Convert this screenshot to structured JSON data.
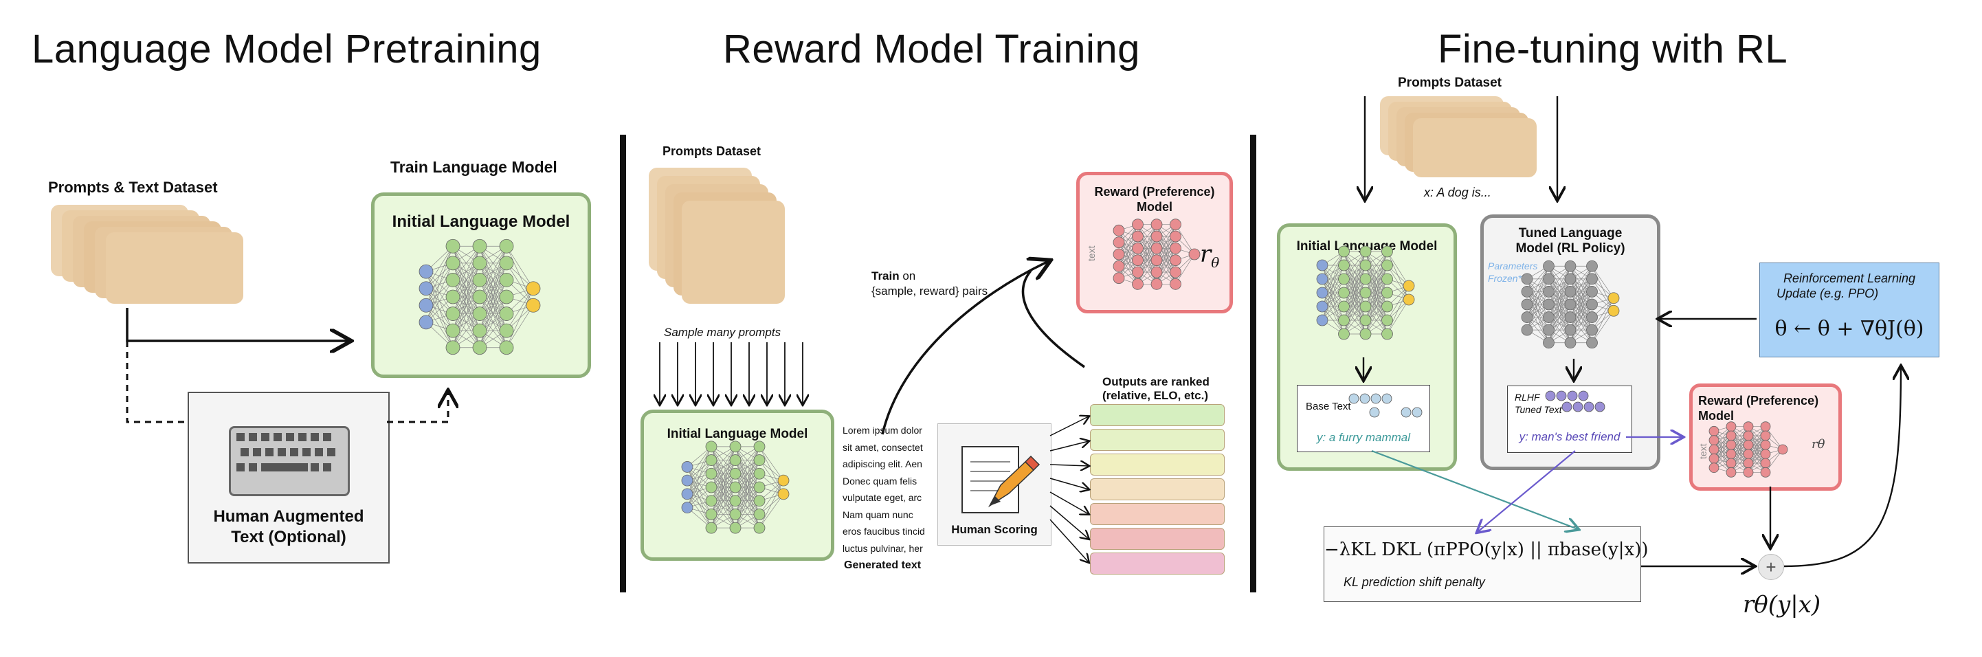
{
  "panels": {
    "pretraining": {
      "title": "Language Model Pretraining",
      "dataset_label": "Prompts & Text Dataset",
      "train_label": "Train Language Model",
      "model_label": "Initial Language Model",
      "human_aug_label_1": "Human Augmented",
      "human_aug_label_2": "Text (Optional)"
    },
    "reward": {
      "title": "Reward Model Training",
      "dataset_label": "Prompts Dataset",
      "sample_label": "Sample many prompts",
      "model_label": "Initial Language Model",
      "train_label_bold": "Train",
      "train_label_rest": " on",
      "train_pairs": "{sample, reward} pairs",
      "reward_model_label_1": "Reward (Preference)",
      "reward_model_label_2": "Model",
      "reward_symbol": "r",
      "reward_sub": "θ",
      "text_vertical": "text",
      "lorem_lines": [
        "Lorem ipsum dolor",
        "sit amet, consectet",
        "adipiscing elit. Aen",
        "Donec quam felis",
        "vulputate eget, arc",
        "Nam quam nunc",
        "eros faucibus tincid",
        "luctus pulvinar, her"
      ],
      "generated_label": "Generated text",
      "human_scoring_label": "Human Scoring",
      "ranked_label_1": "Outputs are ranked",
      "ranked_label_2": "(relative, ELO, etc.)",
      "rank_colors": [
        "#d6efc0",
        "#e5f2c6",
        "#f1f0c0",
        "#f4e1c2",
        "#f5cdbf",
        "#f1bcbc",
        "#f0bfd2"
      ]
    },
    "finetune": {
      "title": "Fine-tuning with RL",
      "dataset_label": "Prompts Dataset",
      "prompt_example": "x: A dog is...",
      "initial_model_label": "Initial Language Model",
      "tuned_model_label_1": "Tuned Language",
      "tuned_model_label_2": "Model (RL Policy)",
      "frozen_label_1": "Parameters",
      "frozen_label_2": "Frozen*",
      "base_text_label": "Base Text",
      "base_output": "y: a furry mammal",
      "rlhf_label_1": "RLHF",
      "rlhf_label_2": "Tuned Text",
      "tuned_output": "y: man's best friend",
      "rl_update_label_1": "Reinforcement Learning",
      "rl_update_label_2": "Update (e.g. PPO)",
      "rl_update_formula": "θ ← θ + ∇θJ(θ)",
      "reward_model_label_1": "Reward (Preference)",
      "reward_model_label_2": "Model",
      "text_vertical": "text",
      "reward_symbol": "rθ",
      "kl_formula": "−λKL DKL (πPPO(y|x) || πbase(y|x))",
      "kl_caption": "KL prediction shift penalty",
      "plus_symbol": "+",
      "reward_output": "rθ(y|x)"
    }
  },
  "colors": {
    "dataset_fill": "#e6c79e",
    "green_box": "#eaf8dc",
    "green_border": "#8fb07a",
    "red_box": "#fde8e8",
    "red_border": "#e8787c",
    "blue_box": "#a9d2f7",
    "node_blue": "#8aa5d8",
    "node_green": "#a8d28a",
    "node_yellow": "#f5c842",
    "node_red": "#e88d90",
    "node_gray": "#9a9a9a",
    "teal_arrow": "#4a9a9a",
    "purple_arrow": "#6a5acd"
  }
}
